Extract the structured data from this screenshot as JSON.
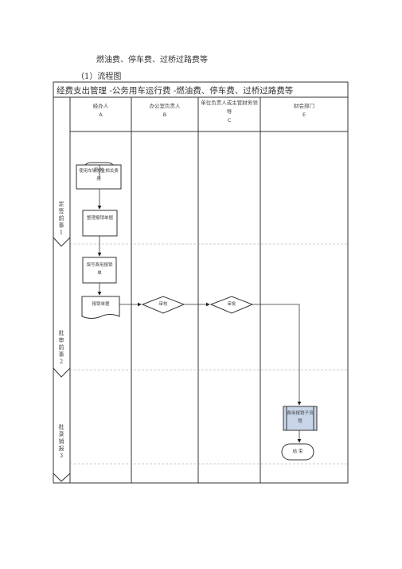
{
  "page": {
    "heading": "燃油费、停车费、过桥过路费等",
    "subheading": "（1）流程图"
  },
  "diagram": {
    "title": "经费支出管理 -公务用车运行费 -燃油费、停车费、过桥过路费等",
    "columns": [
      {
        "name": "经办人",
        "code": "A"
      },
      {
        "name": "办公室负责人",
        "code": "B"
      },
      {
        "name": "单位负责人或主管财务领导",
        "code": "C"
      },
      {
        "name": "财会部门",
        "code": "E"
      }
    ],
    "lanes": [
      {
        "label": "定签前事",
        "number": "1"
      },
      {
        "label": "批审前事",
        "number": "2"
      },
      {
        "label": "批录销报",
        "number": "3"
      }
    ],
    "nodes": {
      "start": "开 始",
      "use_vehicle": "使用车辆发生相关费用",
      "organize_docs": "整理报销单据",
      "fill_form": "填写费用报销单",
      "submit": "报销单据",
      "review_b": "审核",
      "review_c": "审批",
      "reimburse": "费用报销子流程",
      "end": "结 束"
    }
  }
}
